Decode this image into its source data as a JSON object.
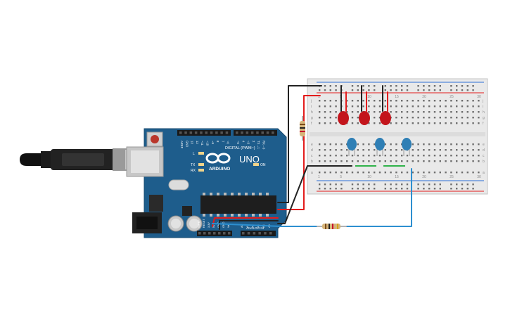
{
  "board": {
    "name": "UNO",
    "brand": "ARDUINO",
    "digital_header": "DIGITAL (PWM~)",
    "analog_header": "ANALOG IN",
    "on_led": "ON",
    "led_l": "L",
    "led_tx": "TX",
    "led_rx": "RX",
    "pin_labels_digital": [
      "AREF",
      "GND",
      "13",
      "12",
      "~11",
      "~10",
      "~9",
      "8",
      "7",
      "~6",
      "~5",
      "4",
      "~3",
      "2",
      "TX→1",
      "RX←0"
    ],
    "pin_labels_power": [
      "IOREF",
      "RESET",
      "3.3V",
      "5V",
      "GND",
      "GND",
      "Vin"
    ],
    "pin_labels_analog": [
      "A0",
      "A1",
      "A2",
      "A3",
      "A4",
      "A5"
    ]
  },
  "breadboard": {
    "row_letters_top": [
      "j",
      "i",
      "h",
      "g",
      "f"
    ],
    "row_letters_bottom": [
      "e",
      "d",
      "c",
      "b",
      "a"
    ],
    "column_numbers": [
      "1",
      "5",
      "10",
      "15",
      "20",
      "25",
      "30"
    ]
  },
  "components": {
    "red_leds": 3,
    "blue_leds": 3,
    "resistors": 2
  },
  "colors": {
    "board": "#1e5d8c",
    "breadboard": "#e9e9e9",
    "wire_red": "#e31c1c",
    "wire_black": "#222222",
    "wire_blue": "#2d8fd0",
    "wire_green": "#2fb24a",
    "led_red": "#c3151c",
    "led_blue": "#2f7fb5"
  }
}
